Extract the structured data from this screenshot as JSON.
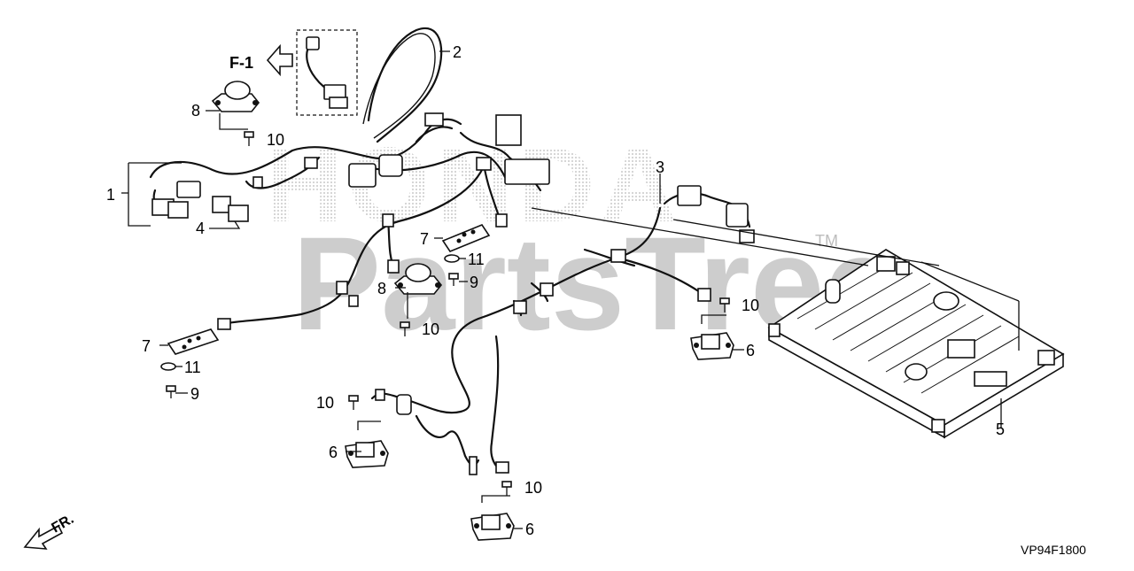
{
  "callouts": {
    "p1": "1",
    "p2": "2",
    "p3": "3",
    "p4": "4",
    "p5": "5",
    "p6a": "6",
    "p6b": "6",
    "p6c": "6",
    "p7a": "7",
    "p7b": "7",
    "p8a": "8",
    "p8b": "8",
    "p9a": "9",
    "p9b": "9",
    "p10a": "10",
    "p10b": "10",
    "p10c": "10",
    "p10d": "10",
    "p10e": "10",
    "p11a": "11",
    "p11b": "11"
  },
  "ref_label": "F-1",
  "direction_label": "FR.",
  "figure_code": "VP94F1800",
  "watermark": {
    "text": "PartsTree",
    "tm": "TM"
  },
  "colors": {
    "line": "#111111",
    "watermark": "#bdbdbd",
    "background": "#ffffff"
  }
}
